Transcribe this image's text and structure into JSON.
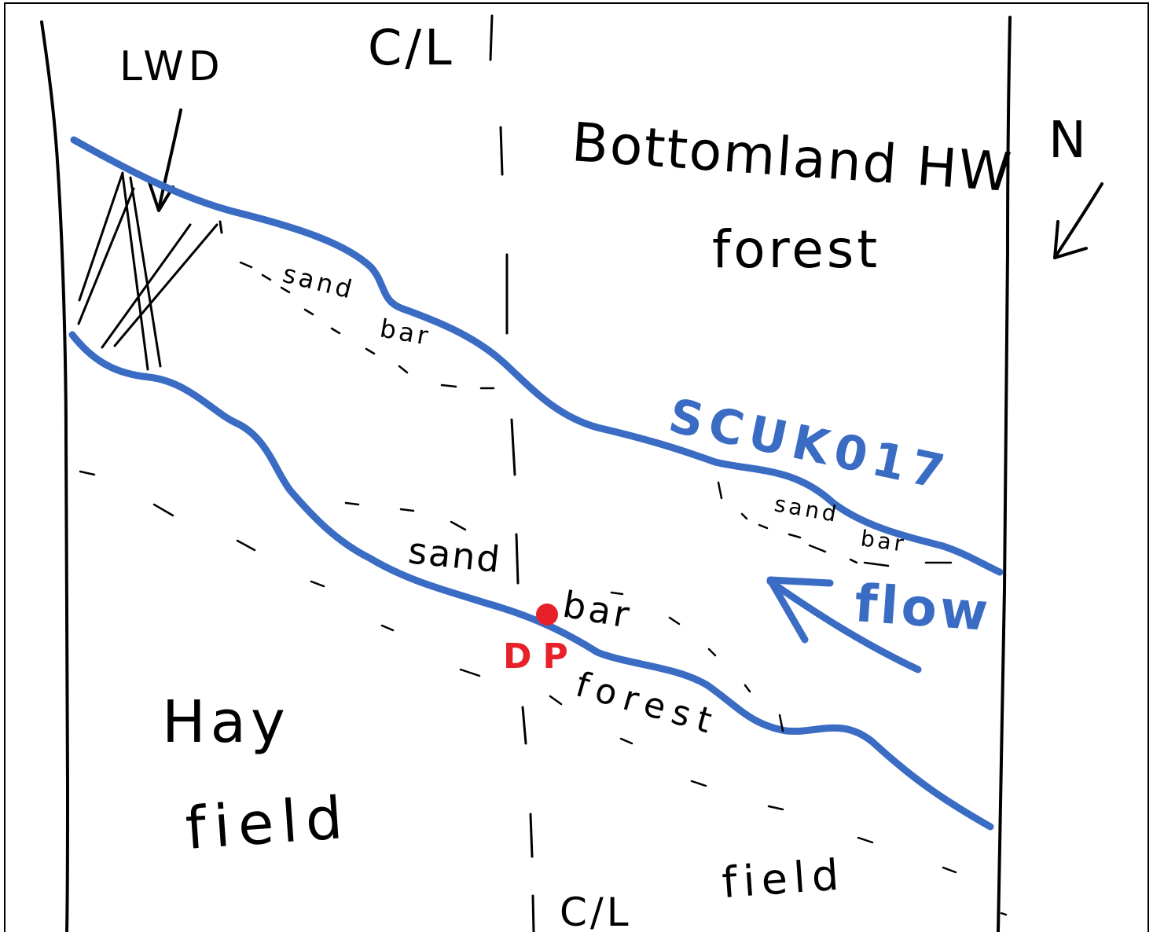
{
  "labels": {
    "lwd": "LWD",
    "centerline_top": "C/L",
    "bottomland_line1": "Bottomland HW",
    "bottomland_line2": "forest",
    "north": "N",
    "sand_bar_upper_left_1": "sand",
    "sand_bar_upper_left_2": "bar",
    "stream_name": "SCUK017",
    "sand_bar_right_1": "sand",
    "sand_bar_right_2": "bar",
    "flow": "flow",
    "sand_bar_center_1": "sand",
    "sand_bar_center_2": "bar",
    "point_label": "DP",
    "forest_lower": "forest",
    "hay_field_line1": "Hay",
    "hay_field_line2": "field",
    "field_lower_right": "field",
    "centerline_bottom": "C/L"
  },
  "icons": {
    "north_arrow": "arrow-down-left-icon",
    "flow_arrow": "arrow-up-left-icon",
    "data_point": "red-dot-icon"
  },
  "colors": {
    "stream": "#3a6cc4",
    "ink": "#000000",
    "data_point": "#e8202a"
  }
}
